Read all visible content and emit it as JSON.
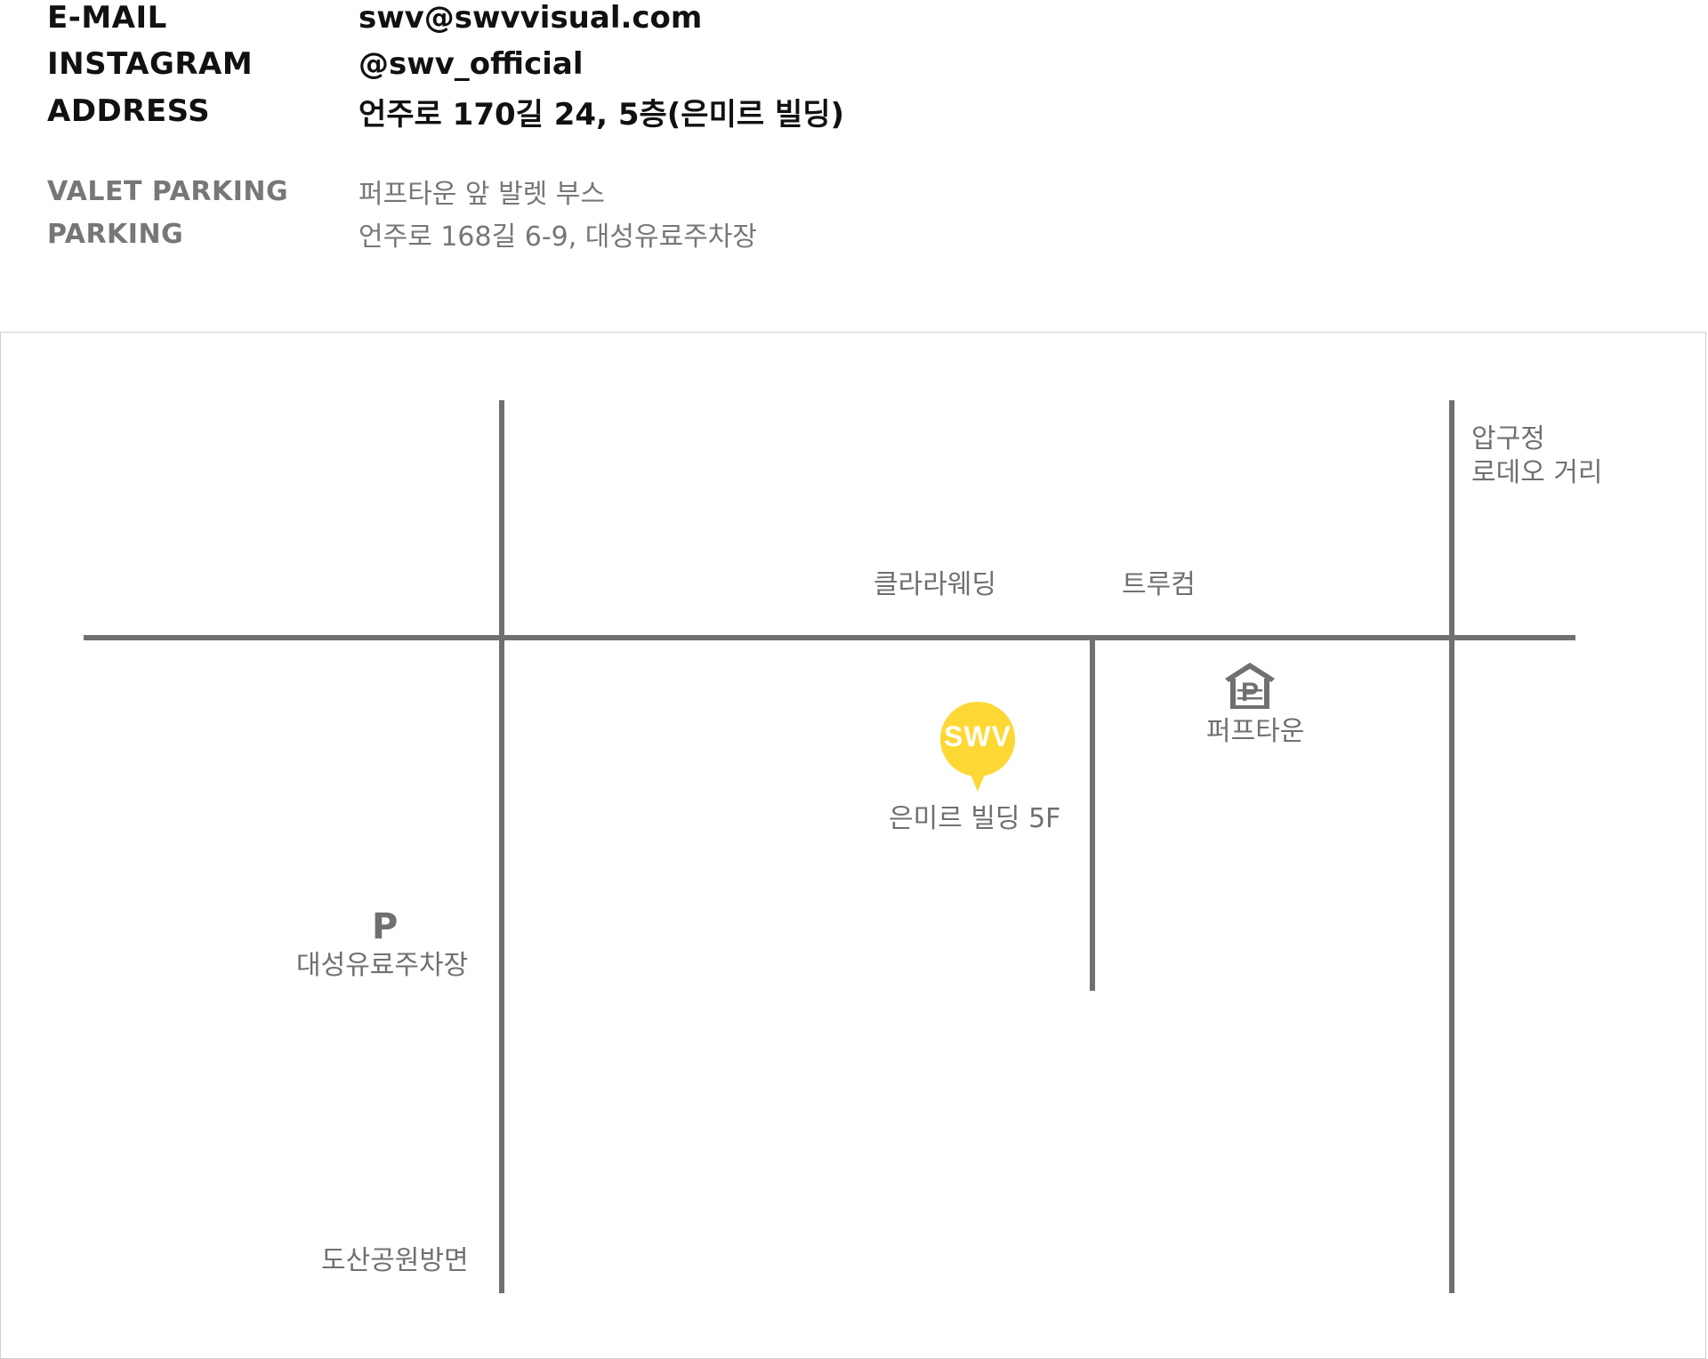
{
  "contact": {
    "email": {
      "label": "E-MAIL",
      "value": "swv@swvvisual.com"
    },
    "instagram": {
      "label": "INSTAGRAM",
      "value": "@swv_official"
    },
    "address": {
      "label": "ADDRESS",
      "value": "언주로 170길 24, 5층(은미르 빌딩)"
    }
  },
  "parking": {
    "valet": {
      "label": "VALET PARKING",
      "value": "퍼프타운 앞 발렛 부스"
    },
    "parking": {
      "label": "PARKING",
      "value": "언주로 168길 6-9, 대성유료주차장"
    }
  },
  "map": {
    "labels": {
      "apgujeong_line1": "압구정",
      "apgujeong_line2": "로데오 거리",
      "clara_wedding": "클라라웨딩",
      "trucom": "트루컴",
      "puff_town": "퍼프타운",
      "building": "은미르 빌딩 5F",
      "daesung_parking": "대성유료주차장",
      "dosan_park": "도산공원방면"
    },
    "marker_text": "SWV",
    "parking_symbol": "P",
    "colors": {
      "road": "#707070",
      "marker": "#FDD835",
      "text": "#707070"
    },
    "icons": {
      "marker": "map-pin-icon",
      "garage": "parking-garage-icon"
    }
  }
}
